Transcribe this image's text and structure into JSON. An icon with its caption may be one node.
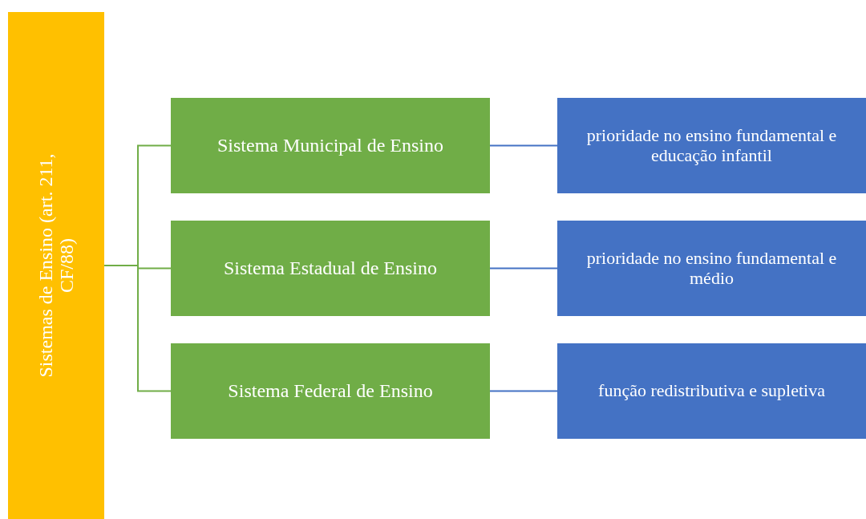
{
  "diagram": {
    "nodes": [
      {
        "text": [
          "Sistemas de Ensino (art. 211, CF/88)"
        ]
      },
      {
        "text": [
          "Sistema Municipal de Ensino"
        ]
      },
      {
        "text": [
          "Sistema Estadual de Ensino"
        ]
      },
      {
        "text": [
          "Sistema Federal de Ensino"
        ]
      },
      {
        "text": [
          "prioridade no ensino fundamental e educação infantil"
        ]
      },
      {
        "text": [
          "prioridade no ensino fundamental e médio"
        ]
      },
      {
        "text": [
          "função redistributiva e supletiva"
        ]
      }
    ],
    "edges": [
      {
        "from": 0,
        "to": 1,
        "arrow": "none",
        "color": "#70ad47"
      },
      {
        "from": 0,
        "to": 2,
        "arrow": "none",
        "color": "#70ad47"
      },
      {
        "from": 0,
        "to": 3,
        "arrow": "none",
        "color": "#70ad47"
      },
      {
        "from": 1,
        "to": 4,
        "arrow": "none",
        "color": "#4472c4"
      },
      {
        "from": 2,
        "to": 5,
        "arrow": "none",
        "color": "#4472c4"
      },
      {
        "from": 3,
        "to": 6,
        "arrow": "none",
        "color": "#4472c4"
      }
    ]
  }
}
